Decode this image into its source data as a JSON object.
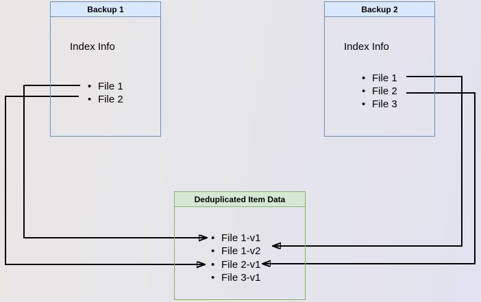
{
  "backup1": {
    "title": "Backup 1",
    "subtitle": "Index Info",
    "files": [
      "File 1",
      "File 2"
    ]
  },
  "backup2": {
    "title": "Backup 2",
    "subtitle": "Index Info",
    "files": [
      "File 1",
      "File 2",
      "File 3"
    ]
  },
  "dedup": {
    "title": "Deduplicated Item Data",
    "items": [
      "File 1-v1",
      "File 1-v2",
      "File 2-v1",
      "File 3-v1"
    ]
  },
  "connections": [
    {
      "from": "Backup 1 / File 1",
      "to": "File 1-v1"
    },
    {
      "from": "Backup 1 / File 2",
      "to": "File 2-v1"
    },
    {
      "from": "Backup 2 / File 1",
      "to": "File 1-v2"
    },
    {
      "from": "Backup 2 / File 2",
      "to": "File 2-v1"
    }
  ],
  "colors": {
    "background": "#e6e5ea",
    "blue_box_border": "#6c8ebf",
    "blue_box_header_fill": "#dae8fc",
    "green_box_border": "#82b366",
    "green_box_header_fill": "#d5e8d4",
    "connector": "#010101"
  }
}
